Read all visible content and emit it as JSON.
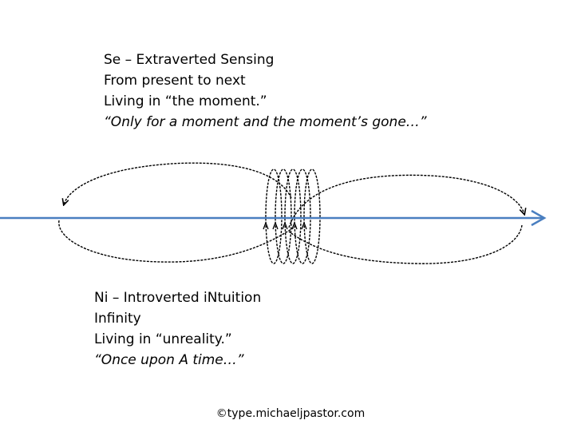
{
  "se_block": {
    "line1": "Se – Extraverted Sensing",
    "line2": "From present to next",
    "line3": "Living in “the moment.”",
    "quote": "“Only for a moment and the moment’s gone…”"
  },
  "ni_block": {
    "line1": "Ni – Introverted iNtuition",
    "line2": "Infinity",
    "line3": "Living in “unreality.”",
    "quote": "“Once upon A time…”"
  },
  "copyright": "©type.michaeljpastor.com",
  "colors": {
    "timeline_arrow": "#4a7fc0",
    "loops": "#000000"
  }
}
